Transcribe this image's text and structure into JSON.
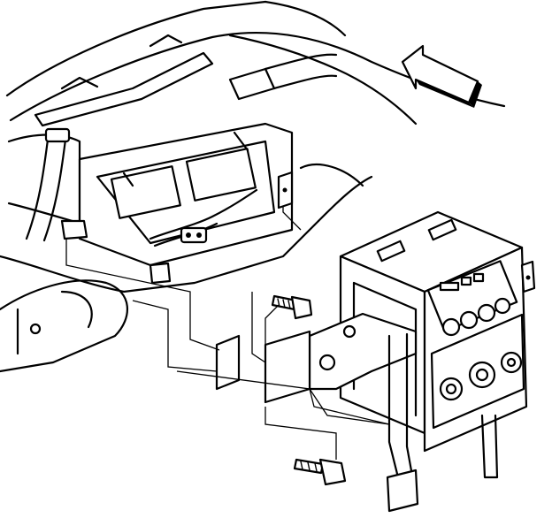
{
  "diagram": {
    "kind": "exploded-assembly-line-art",
    "colors": {
      "ink": "#000000",
      "paper": "#ffffff"
    },
    "parts": [
      {
        "id": "instrument-panel",
        "icon": "dashboard-carrier"
      },
      {
        "id": "hvac-control-module",
        "icon": "control-head"
      },
      {
        "id": "mounting-bolt-upper",
        "icon": "bolt"
      },
      {
        "id": "mounting-bolt-lower",
        "icon": "bolt"
      },
      {
        "id": "mounting-bracket",
        "icon": "bracket"
      },
      {
        "id": "wiring-connector",
        "icon": "connector"
      },
      {
        "id": "direction-arrow",
        "icon": "arrow-forward"
      }
    ]
  }
}
